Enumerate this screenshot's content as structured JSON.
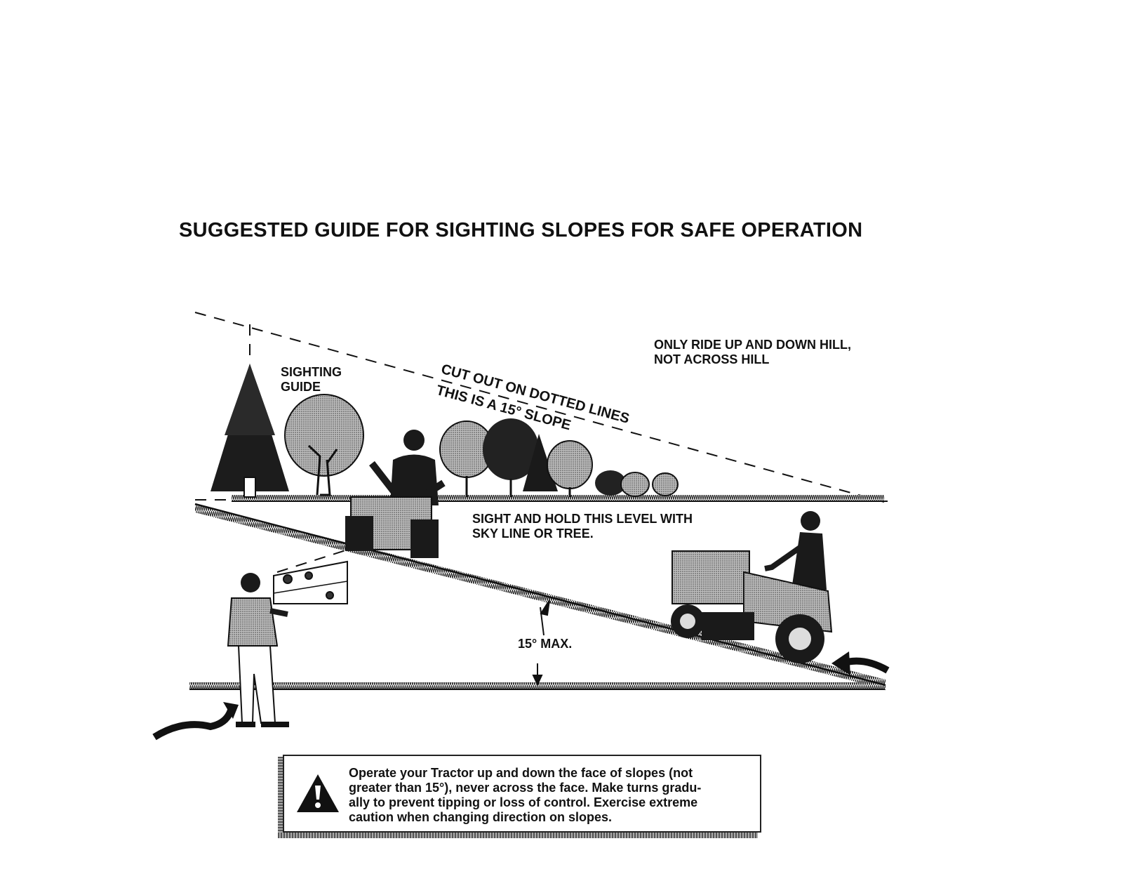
{
  "title": "SUGGESTED GUIDE FOR SIGHTING SLOPES FOR SAFE OPERATION",
  "labels": {
    "sighting_guide_line1": "SIGHTING",
    "sighting_guide_line2": "GUIDE",
    "cut_out": "CUT OUT ON DOTTED LINES",
    "slope_note": "THIS IS A 15° SLOPE",
    "ride_line1": "ONLY RIDE UP AND DOWN HILL,",
    "ride_line2": "NOT ACROSS HILL",
    "sight_line1": "SIGHT AND HOLD THIS LEVEL WITH",
    "sight_line2": "SKY LINE OR TREE.",
    "max_angle": "15° MAX."
  },
  "warning": {
    "lines": [
      "Operate your Tractor up and down the face of slopes (not",
      "greater than 15°), never across the face. Make turns gradu-",
      "ally to prevent tipping or loss of control. Exercise extreme",
      "caution when changing direction on slopes."
    ],
    "icon": "warning-triangle-icon"
  },
  "colors": {
    "ink": "#111111",
    "paper": "#ffffff",
    "shade": "#9a9a9a"
  }
}
